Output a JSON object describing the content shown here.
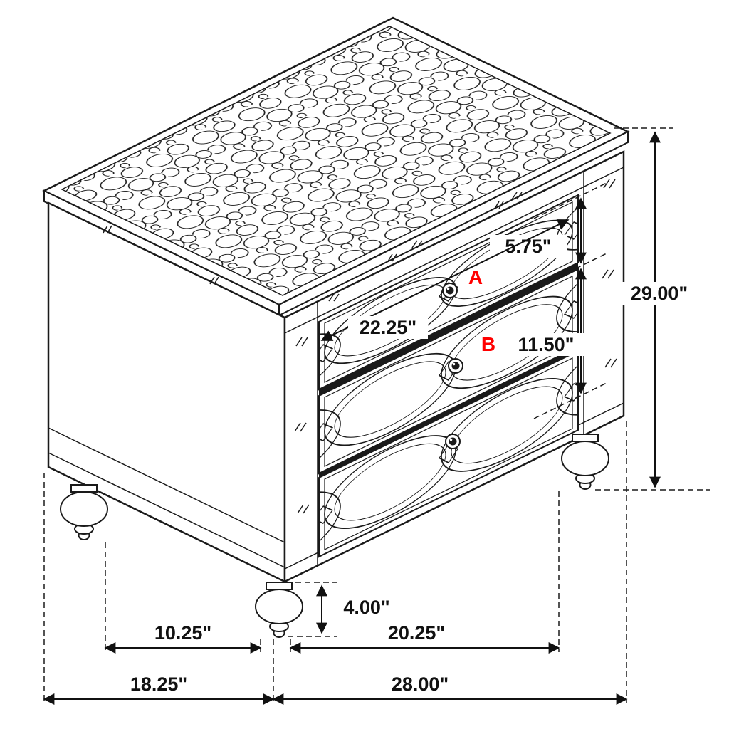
{
  "diagram": {
    "type": "furniture-dimension-diagram",
    "subject": "three-drawer nightstand isometric line drawing with croc-textured top and mirrored trim",
    "colors": {
      "line": "#1a1a1a",
      "dimension_text": "#111111",
      "accent": "#ff0000",
      "background": "#ffffff"
    },
    "markers": {
      "drawer_a": "A",
      "drawer_b": "B"
    },
    "dimensions": {
      "top_drawer_height": "5.75\"",
      "overall_height": "29.00\"",
      "drawer_width": "22.25\"",
      "bottom_drawer_height": "11.50\"",
      "leg_height": "4.00\"",
      "leg_spacing_depth": "10.25\"",
      "leg_spacing_width": "20.25\"",
      "overall_depth": "18.25\"",
      "overall_width": "28.00\""
    }
  }
}
